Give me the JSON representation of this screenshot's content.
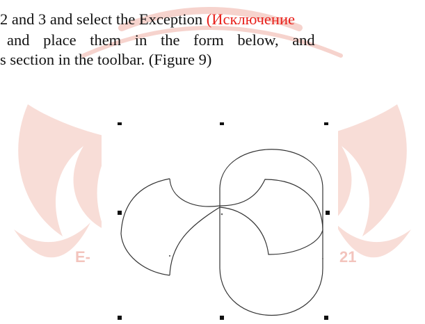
{
  "doc": {
    "line1_part1": "2 and 3 and select the Exception ",
    "line1_part2": "(Исключение",
    "line2": "and place them in the form below, and",
    "line3": "s section in the toolbar. (Figure 9)",
    "watermark_left": "E-",
    "watermark_right": "21"
  },
  "colors": {
    "highlight_red": "#e8201b",
    "watermark": "#f3c4bd"
  },
  "icons": {
    "watermark": "ornamental-crest"
  }
}
